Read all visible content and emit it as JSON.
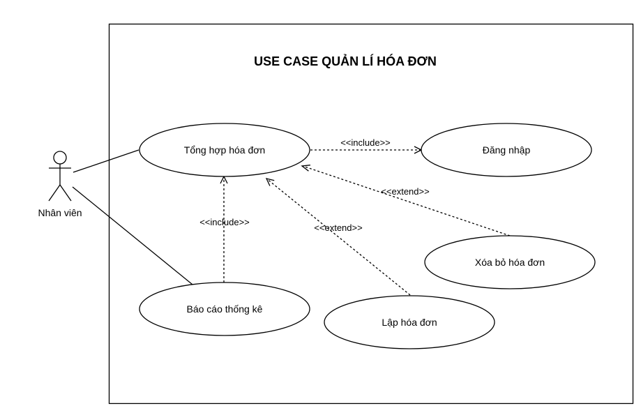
{
  "diagram": {
    "title": "USE CASE QUẢN LÍ HÓA ĐƠN",
    "actor": {
      "name": "Nhân viên"
    },
    "use_cases": {
      "tong_hop": "Tổng hợp hóa đơn",
      "dang_nhap": "Đăng nhập",
      "xoa_bo": "Xóa bỏ hóa đơn",
      "lap": "Lập hóa đơn",
      "bao_cao": "Báo cáo thống kê"
    },
    "relations": {
      "include_dang_nhap": "<<include>>",
      "include_bao_cao": "<<include>>",
      "extend_xoa_bo": "<<extend>>",
      "extend_lap": "<<extend>>"
    }
  }
}
